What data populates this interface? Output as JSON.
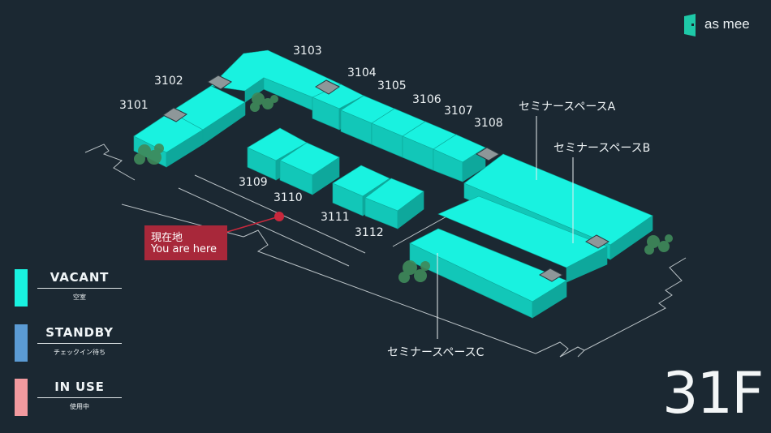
{
  "brand": {
    "name": "as mee",
    "color": "#1ec9a8"
  },
  "floor": "31F",
  "colors": {
    "vacant": "#19f2e0",
    "standby": "#5b9bd4",
    "in_use": "#f29a9f",
    "current_location": "#c8283c",
    "background": "#1b2832"
  },
  "rooms": [
    {
      "id": "3101",
      "status": "vacant"
    },
    {
      "id": "3102",
      "status": "vacant"
    },
    {
      "id": "3103",
      "status": "vacant"
    },
    {
      "id": "3104",
      "status": "vacant"
    },
    {
      "id": "3105",
      "status": "vacant"
    },
    {
      "id": "3106",
      "status": "vacant"
    },
    {
      "id": "3107",
      "status": "vacant"
    },
    {
      "id": "3108",
      "status": "vacant"
    },
    {
      "id": "3109",
      "status": "vacant"
    },
    {
      "id": "3110",
      "status": "vacant"
    },
    {
      "id": "3111",
      "status": "vacant"
    },
    {
      "id": "3112",
      "status": "vacant"
    },
    {
      "id": "セミナースペースA",
      "status": "vacant"
    },
    {
      "id": "セミナースペースB",
      "status": "vacant"
    },
    {
      "id": "セミナースペースC",
      "status": "vacant"
    }
  ],
  "current_location": {
    "label_ja": "現在地",
    "label_en": "You are here"
  },
  "legend": [
    {
      "title": "VACANT",
      "subtitle": "空室",
      "color": "#19f2e0"
    },
    {
      "title": "STANDBY",
      "subtitle": "チェックイン待ち",
      "color": "#5b9bd4"
    },
    {
      "title": "IN USE",
      "subtitle": "使用中",
      "color": "#f29a9f"
    }
  ]
}
